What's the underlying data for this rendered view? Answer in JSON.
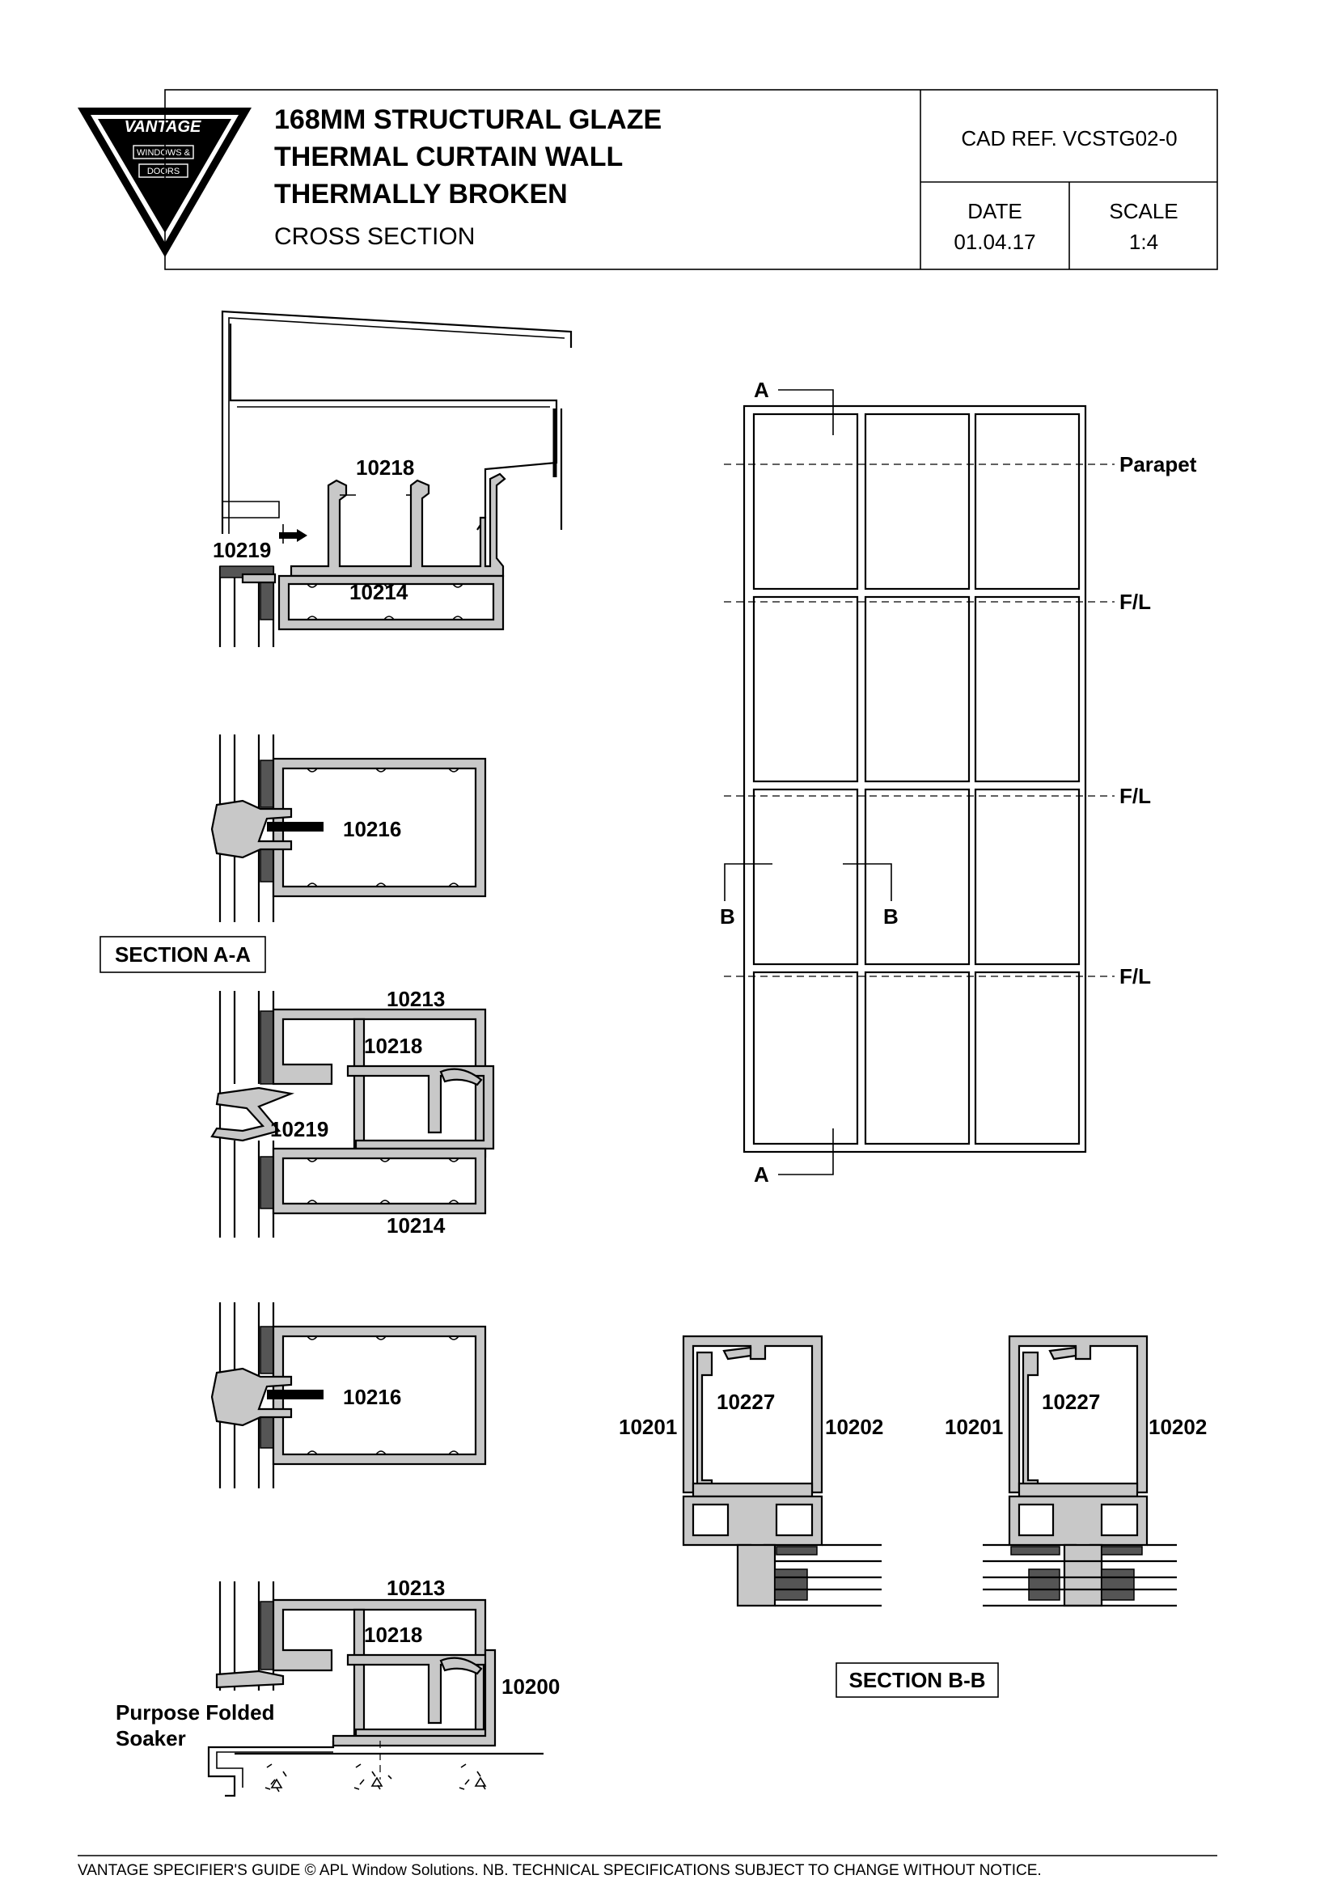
{
  "title_block": {
    "logo": {
      "brand": "VANTAGE",
      "line1": "WINDOWS &",
      "line2": "DOORS"
    },
    "title_lines": [
      "168MM STRUCTURAL GLAZE",
      "THERMAL CURTAIN WALL",
      "THERMALLY BROKEN"
    ],
    "subtitle": "CROSS SECTION",
    "cad_ref": "CAD REF.  VCSTG02-0",
    "date_label": "DATE",
    "date_value": "01.04.17",
    "scale_label": "SCALE",
    "scale_value": "1:4"
  },
  "section_aa": {
    "label": "SECTION A-A",
    "parts": {
      "p10218_top": "10218",
      "p10219_top": "10219",
      "p10214_top": "10214",
      "p10216_a": "10216",
      "p10213_a": "10213",
      "p10218_a": "10218",
      "p10219_a": "10219",
      "p10214_a": "10214",
      "p10216_b": "10216",
      "p10213_b": "10213",
      "p10218_b": "10218",
      "p10200": "10200"
    },
    "soaker_line1": "Purpose Folded",
    "soaker_line2": "Soaker"
  },
  "elevation": {
    "marker_a_top": "A",
    "marker_a_bottom": "A",
    "marker_b_left": "B",
    "marker_b_right": "B",
    "levels": [
      "Parapet",
      "F/L",
      "F/L",
      "F/L"
    ]
  },
  "section_bb": {
    "label": "SECTION B-B",
    "left": {
      "p1": "10201",
      "p2": "10227",
      "p3": "10202"
    },
    "right": {
      "p1": "10201",
      "p2": "10227",
      "p3": "10202"
    }
  },
  "footer": "VANTAGE SPECIFIER'S GUIDE  © APL Window Solutions. NB. TECHNICAL SPECIFICATIONS SUBJECT TO CHANGE WITHOUT NOTICE."
}
